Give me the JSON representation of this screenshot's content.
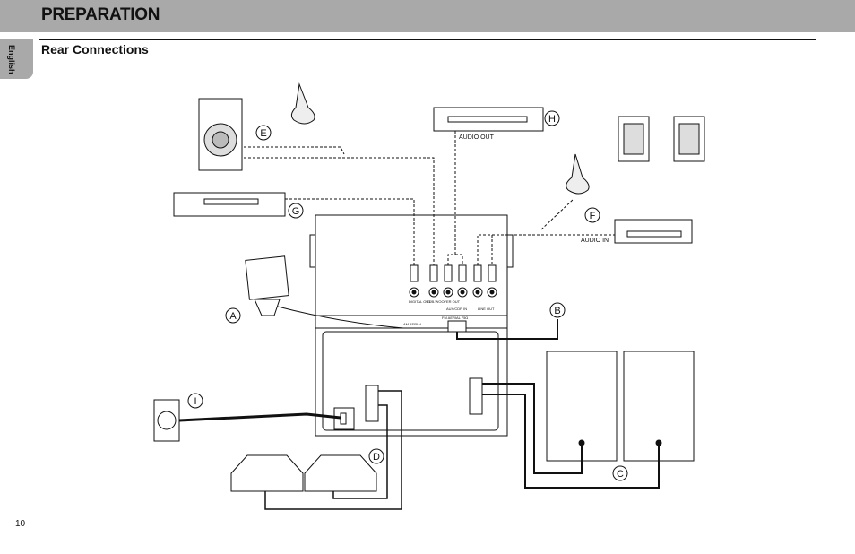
{
  "header": {
    "title": "PREPARATION"
  },
  "sidebar": {
    "language_tab": "English"
  },
  "section": {
    "title": "Rear Connections"
  },
  "diagram": {
    "callouts": [
      "A",
      "B",
      "C",
      "D",
      "E",
      "F",
      "G",
      "H",
      "I"
    ],
    "labels": {
      "audio_out": "AUDIO OUT",
      "audio_in": "AUDIO IN",
      "digital_out": "DIGITAL OUT",
      "subwoofer_out": "SUB-WOOFER OUT",
      "aux_cdr_in": "AUX/CDR IN",
      "line_out": "LINE OUT",
      "am_aerial": "AM AERIAL",
      "fm_aerial": "FM AERIAL 75Ω"
    }
  },
  "footer": {
    "page_number": "10"
  }
}
